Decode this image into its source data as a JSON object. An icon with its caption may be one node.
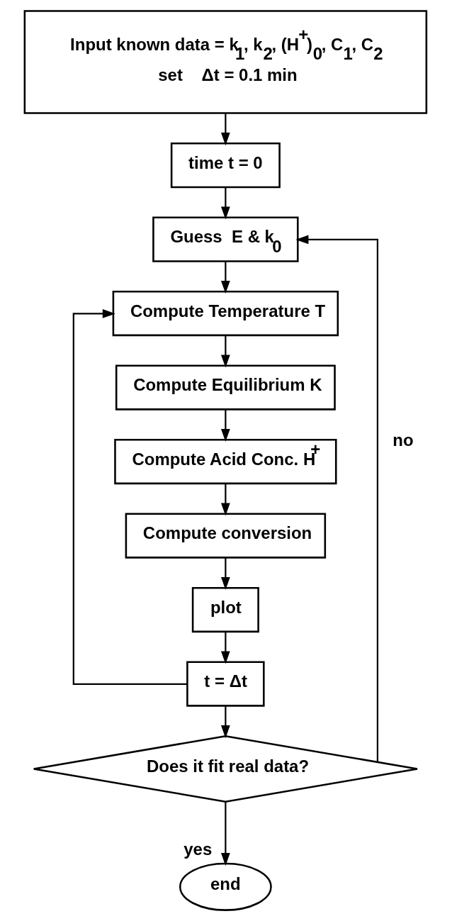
{
  "diagram": {
    "nodes": [
      {
        "text": [
          "Input known data = k$_{1}$, k$_{2}$, (H$^{+}$)$_{0}$, C$_{1}$, C$_{2}$",
          "set    Δt = 0.1 min"
        ]
      },
      {
        "text": [
          "time t = 0"
        ]
      },
      {
        "text": [
          "Guess  E & k$_{0}$"
        ]
      },
      {
        "text": [
          "Compute Temperature T"
        ]
      },
      {
        "text": [
          "Compute Equilibrium K"
        ]
      },
      {
        "text": [
          "Compute Acid Conc. H$^{+}$"
        ]
      },
      {
        "text": [
          "Compute conversion"
        ]
      },
      {
        "text": [
          "plot"
        ]
      },
      {
        "text": [
          "t = Δt"
        ]
      },
      {
        "text": [
          "Does it fit real data?"
        ]
      },
      {
        "text": [
          "end"
        ]
      }
    ],
    "edges": [
      {
        "from": 0,
        "to": 1,
        "arrow": "to"
      },
      {
        "from": 1,
        "to": 2,
        "arrow": "to"
      },
      {
        "from": 2,
        "to": 3,
        "arrow": "to"
      },
      {
        "from": 3,
        "to": 4,
        "arrow": "to"
      },
      {
        "from": 4,
        "to": 5,
        "arrow": "to"
      },
      {
        "from": 5,
        "to": 6,
        "arrow": "to"
      },
      {
        "from": 6,
        "to": 7,
        "arrow": "to"
      },
      {
        "from": 7,
        "to": 8,
        "arrow": "to"
      },
      {
        "from": 8,
        "to": 3,
        "arrow": "to"
      },
      {
        "from": 8,
        "to": 9,
        "arrow": "to"
      },
      {
        "from": 9,
        "to": 2,
        "label": "no",
        "arrow": "to"
      },
      {
        "from": 9,
        "to": 10,
        "label": "yes",
        "arrow": "to"
      }
    ]
  }
}
